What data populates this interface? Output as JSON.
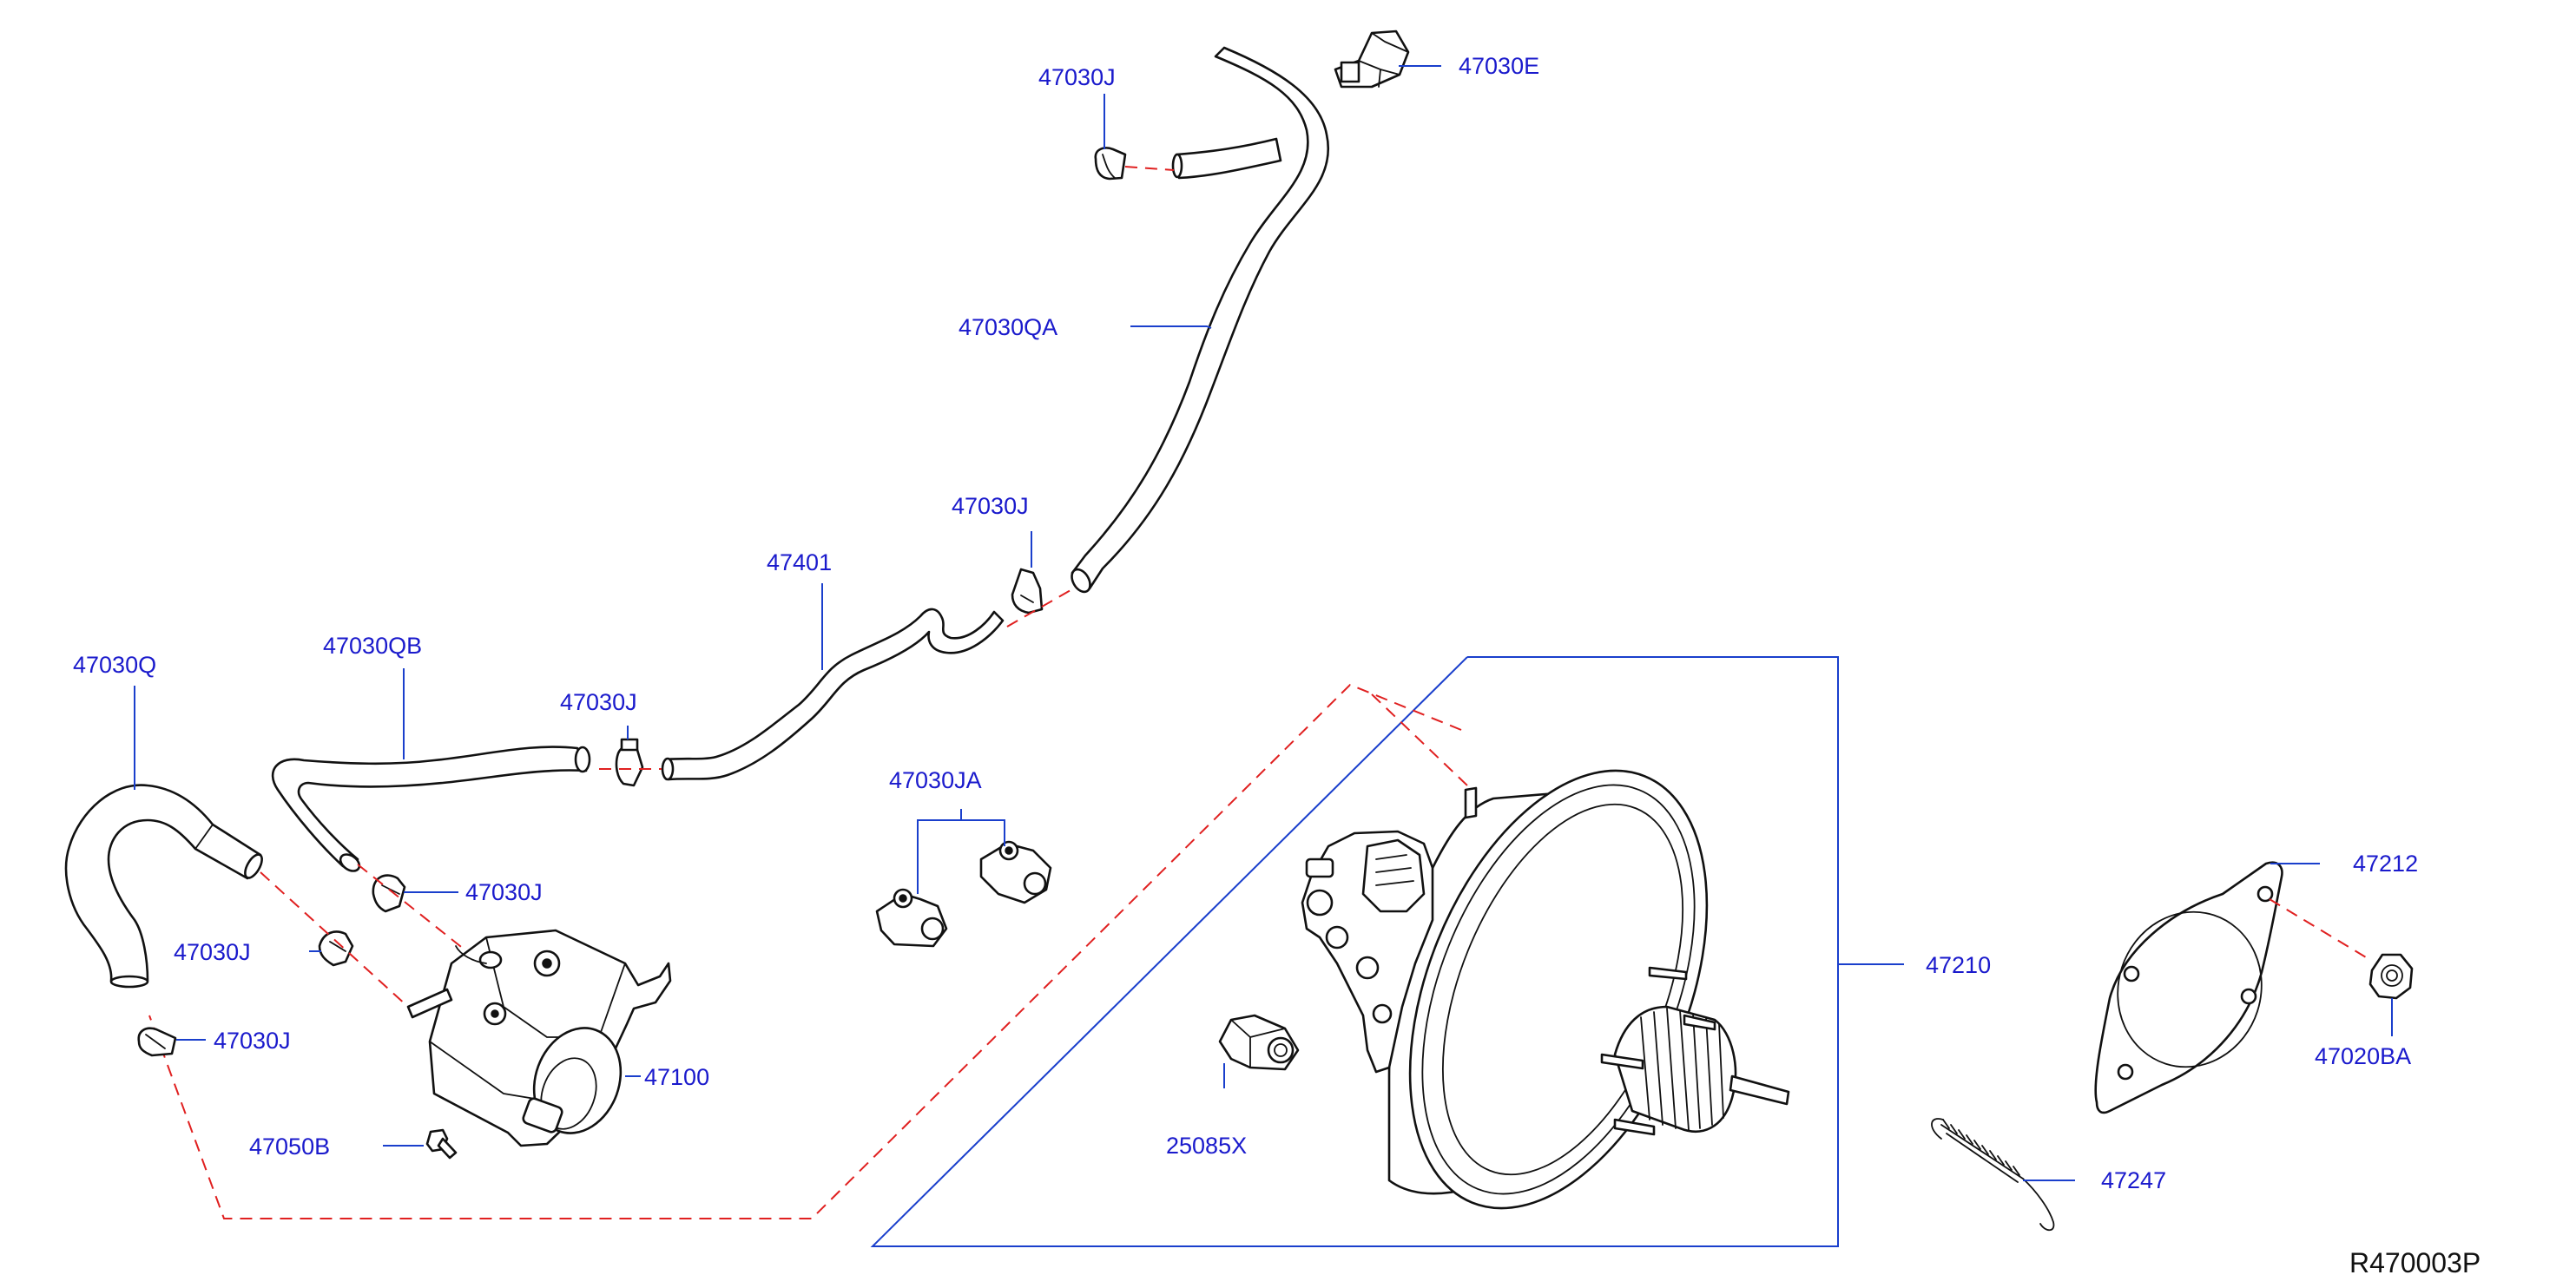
{
  "diagram_ref": "R470003P",
  "colors": {
    "label": "#1a1acc",
    "leader": "#1a3fcc",
    "dashed": "#e02020",
    "drawing": "#111111"
  },
  "labels": {
    "p47030J_top": "47030J",
    "p47030E": "47030E",
    "p47030QA": "47030QA",
    "p47030J_mid": "47030J",
    "p47401": "47401",
    "p47030QB": "47030QB",
    "p47030J_c": "47030J",
    "p47030Q": "47030Q",
    "p47030JA": "47030JA",
    "p47030J_d": "47030J",
    "p47030J_e": "47030J",
    "p47030J_f": "47030J",
    "p47100": "47100",
    "p47050B": "47050B",
    "p25085X": "25085X",
    "p47210": "47210",
    "p47212": "47212",
    "p47020BA": "47020BA",
    "p47247": "47247"
  }
}
